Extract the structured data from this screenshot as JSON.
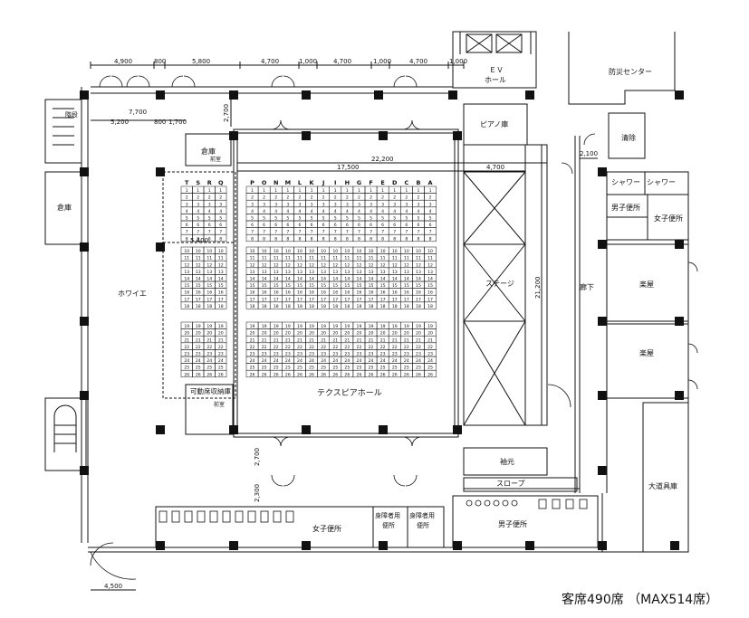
{
  "dimensions_top": [
    "4,900",
    "800",
    "5,800",
    "4,700",
    "1,000",
    "4,700",
    "1,000",
    "4,700",
    "1,000"
  ],
  "dimensions_row2": [
    "7,700",
    "5,200",
    "800",
    "1,700"
  ],
  "dimensions_misc": {
    "ev_gap": "2,700",
    "hall_width": "22,200",
    "seat_width": "17,500",
    "stage_width": "4,700",
    "stage_depth": "21,200",
    "side_2100": "2,100",
    "seat_5400": "5,400",
    "bottom_2700": "2,700",
    "bottom_2300": "2,300",
    "bottom_4500": "4,500"
  },
  "rooms": {
    "ev_hall": "ＥＶ\nホール",
    "disaster_center": "防災センター",
    "piano": "ピアノ庫",
    "storage_top": "倉庫",
    "storage_left": "倉庫",
    "cleaning": "清除",
    "shower": "シャワー",
    "shower2": "シャワー",
    "men_wc_right": "男子便所",
    "women_wc_right": "女子便所",
    "dressing1": "楽屋",
    "dressing2": "楽屋",
    "big_props": "大道具庫",
    "corridor": "廊下",
    "stage": "ステージ",
    "foyer": "ホワイエ",
    "hall": "テクスピアホール",
    "movable_storage": "可動席収納庫",
    "sleeve": "袖元",
    "slope": "スロープ",
    "women_wc": "女子便所",
    "accessible_wc1": "身障者用\n便所",
    "accessible_wc2": "身障者用\n便所",
    "men_wc": "男子便所",
    "stairs_tag": "階段",
    "small1": "前室",
    "small2": "前室"
  },
  "seating": {
    "cols_main": [
      "P",
      "O",
      "N",
      "M",
      "L",
      "K",
      "J",
      "I",
      "H",
      "G",
      "F",
      "E",
      "D",
      "C",
      "B",
      "A"
    ],
    "cols_side": [
      "T",
      "S",
      "R",
      "Q"
    ],
    "block1_rows": [
      "1",
      "2",
      "3",
      "4",
      "5",
      "6",
      "7",
      "8"
    ],
    "block2_rows": [
      "10",
      "11",
      "12",
      "13",
      "14",
      "15",
      "16",
      "17",
      "18"
    ],
    "block3_rows": [
      "19",
      "20",
      "21",
      "22",
      "23",
      "24",
      "25",
      "26"
    ],
    "side1_rows": [
      "1",
      "2",
      "3",
      "4",
      "5",
      "6",
      "7",
      "8"
    ],
    "side2_rows": [
      "10",
      "11",
      "12",
      "13",
      "14",
      "15",
      "16",
      "17",
      "18"
    ],
    "side3_rows": [
      "19",
      "20",
      "21",
      "22",
      "23",
      "24",
      "25",
      "26"
    ]
  },
  "caption": "客席490席 （MAX514席）"
}
